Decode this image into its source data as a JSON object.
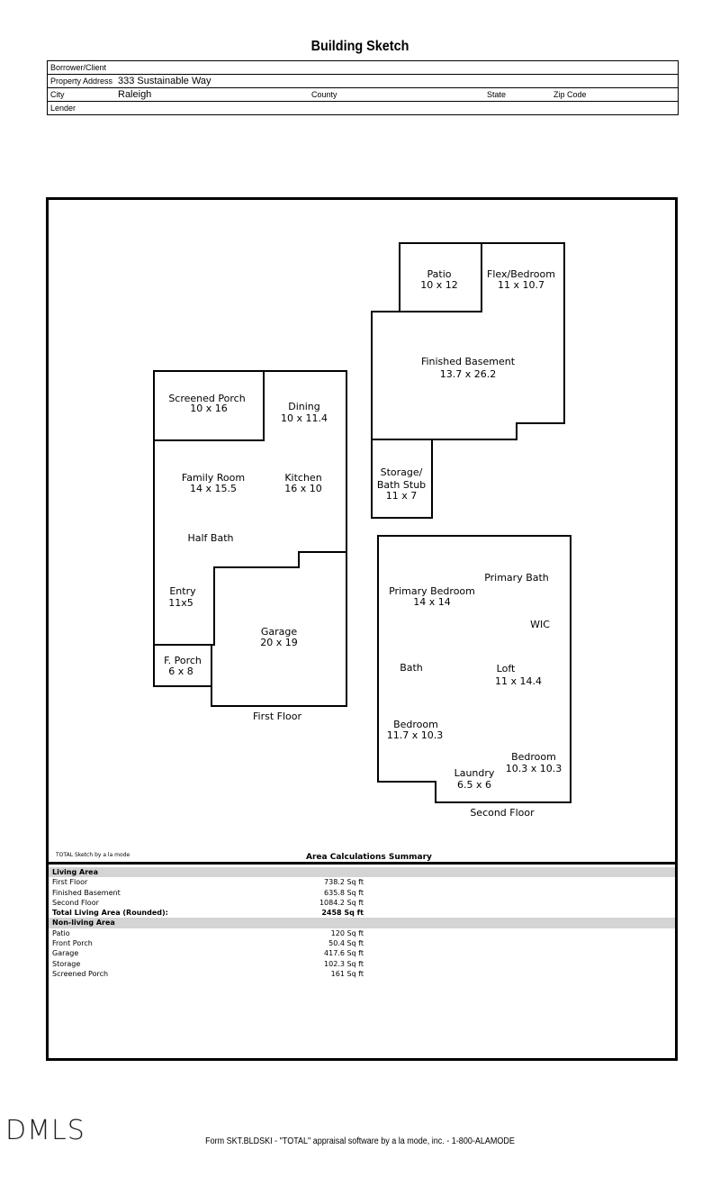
{
  "title": "Building Sketch",
  "header": {
    "borrower_label": "Borrower/Client",
    "address_label": "Property Address",
    "address": "333 Sustainable Way",
    "city_label": "City",
    "city": "Raleigh",
    "county_label": "County",
    "state_label": "State",
    "zip_label": "Zip Code",
    "lender_label": "Lender"
  },
  "sketch": {
    "first_floor": {
      "caption": "First Floor",
      "rooms": [
        [
          "Screened Porch",
          "10 x 16"
        ],
        [
          "Dining",
          "10 x 11.4"
        ],
        [
          "Family Room",
          "14 x 15.5"
        ],
        [
          "Kitchen",
          "16 x 10"
        ],
        [
          "Half Bath",
          ""
        ],
        [
          "Entry",
          "11x5"
        ],
        [
          "Garage",
          "20 x 19"
        ],
        [
          "F. Porch",
          "6 x 8"
        ]
      ]
    },
    "basement": {
      "rooms": [
        [
          "Patio",
          "10 x 12"
        ],
        [
          "Flex/Bedroom",
          "11 x 10.7"
        ],
        [
          "Finished Basement",
          "13.7 x 26.2"
        ],
        [
          "Storage/",
          "Bath Stub",
          "11 x 7"
        ]
      ]
    },
    "second_floor": {
      "caption": "Second Floor",
      "rooms": [
        [
          "Primary Bath",
          ""
        ],
        [
          "Primary Bedroom",
          "14 x 14"
        ],
        [
          "WIC",
          ""
        ],
        [
          "Bath",
          ""
        ],
        [
          "Loft",
          "11 x 14.4"
        ],
        [
          "Bedroom",
          "11.7 x 10.3"
        ],
        [
          "Bedroom",
          "10.3 x 10.3"
        ],
        [
          "Laundry",
          "6.5 x 6"
        ]
      ]
    }
  },
  "summary": {
    "credit": "TOTAL Sketch by a la mode",
    "title": "Area Calculations Summary",
    "rows": [
      [
        "Living Area",
        "",
        "g"
      ],
      [
        "First Floor",
        "738.2 Sq ft",
        ""
      ],
      [
        "Finished Basement",
        "635.8 Sq ft",
        ""
      ],
      [
        "Second Floor",
        "1084.2 Sq ft",
        ""
      ],
      [
        "Total Living Area (Rounded):",
        "2458 Sq ft",
        "b"
      ],
      [
        "Non-living Area",
        "",
        "g"
      ],
      [
        "Patio",
        "120 Sq ft",
        ""
      ],
      [
        "Front Porch",
        "50.4 Sq ft",
        ""
      ],
      [
        "Garage",
        "417.6 Sq ft",
        ""
      ],
      [
        "Storage",
        "102.3 Sq ft",
        ""
      ],
      [
        "Screened Porch",
        "161 Sq ft",
        ""
      ]
    ]
  },
  "footer": "Form SKT.BLDSKI - \"TOTAL\" appraisal software by a la mode, inc. - 1-800-ALAMODE",
  "logo": "DMLS"
}
